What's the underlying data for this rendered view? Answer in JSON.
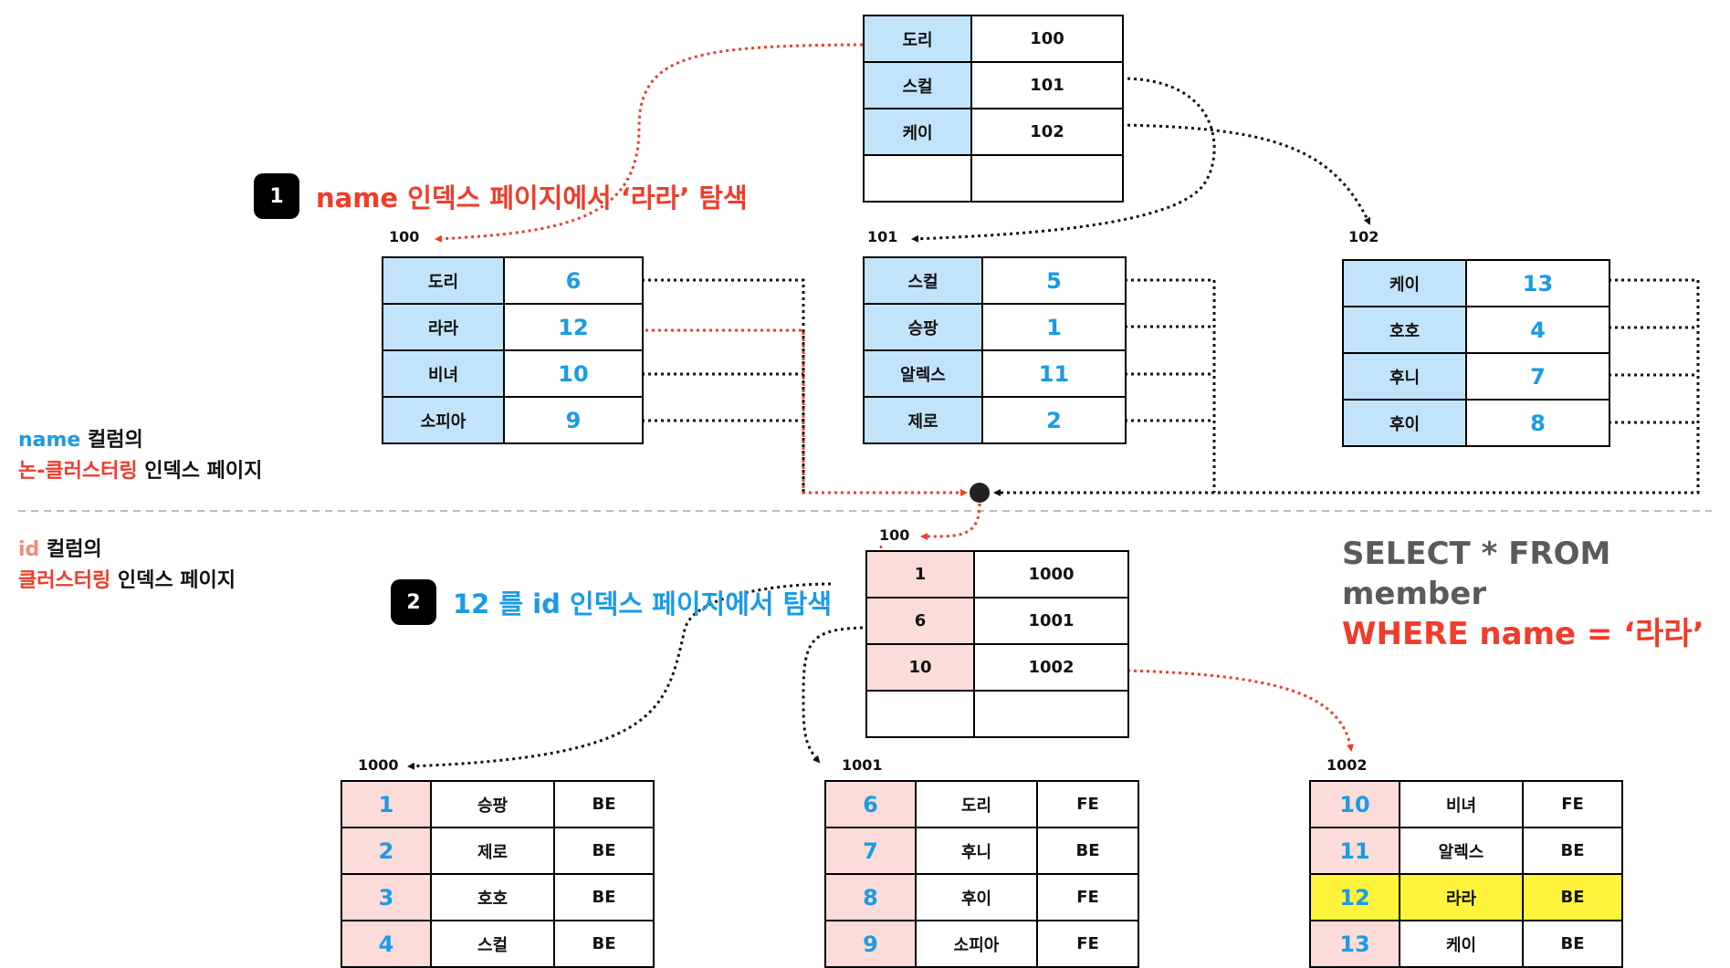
{
  "root_page": {
    "rows": [
      [
        "도리",
        "100"
      ],
      [
        "스컬",
        "101"
      ],
      [
        "케이",
        "102"
      ],
      [
        "",
        ""
      ]
    ]
  },
  "nonclustered": {
    "label_line1_colored": "name",
    "label_line1_rest": " 컬럼의",
    "label_line2_colored": "논-클러스터링",
    "label_line2_rest": " 인덱스 페이지",
    "pages": [
      {
        "id": "100",
        "rows": [
          [
            "도리",
            "6"
          ],
          [
            "라라",
            "12"
          ],
          [
            "비녀",
            "10"
          ],
          [
            "소피아",
            "9"
          ]
        ]
      },
      {
        "id": "101",
        "rows": [
          [
            "스컬",
            "5"
          ],
          [
            "승팡",
            "1"
          ],
          [
            "알렉스",
            "11"
          ],
          [
            "제로",
            "2"
          ]
        ]
      },
      {
        "id": "102",
        "rows": [
          [
            "케이",
            "13"
          ],
          [
            "호호",
            "4"
          ],
          [
            "후니",
            "7"
          ],
          [
            "후이",
            "8"
          ]
        ]
      }
    ]
  },
  "clustered": {
    "label_line1_colored": "id",
    "label_line1_rest": " 컬럼의",
    "label_line2_colored": "클러스터링",
    "label_line2_rest": " 인덱스 페이지",
    "root": {
      "id": "100",
      "rows": [
        [
          "1",
          "1000"
        ],
        [
          "6",
          "1001"
        ],
        [
          "10",
          "1002"
        ],
        [
          "",
          ""
        ]
      ]
    },
    "leaves": [
      {
        "id": "1000",
        "rows": [
          [
            "1",
            "승팡",
            "BE"
          ],
          [
            "2",
            "제로",
            "BE"
          ],
          [
            "3",
            "호호",
            "BE"
          ],
          [
            "4",
            "스컬",
            "BE"
          ]
        ]
      },
      {
        "id": "1001",
        "rows": [
          [
            "6",
            "도리",
            "FE"
          ],
          [
            "7",
            "후니",
            "BE"
          ],
          [
            "8",
            "후이",
            "FE"
          ],
          [
            "9",
            "소피아",
            "FE"
          ]
        ]
      },
      {
        "id": "1002",
        "rows": [
          [
            "10",
            "비녀",
            "FE"
          ],
          [
            "11",
            "알렉스",
            "BE"
          ],
          [
            "12",
            "라라",
            "BE"
          ],
          [
            "13",
            "케이",
            "BE"
          ]
        ]
      }
    ]
  },
  "steps": [
    {
      "number": "1",
      "text": "name 인덱스 페이지에서 ‘라라’ 탐색",
      "color": "#f03c2a"
    },
    {
      "number": "2",
      "text_blue": "12 를 id 인덱스 페이지에서 탐색",
      "color": "#1a9be6"
    }
  ],
  "sql": {
    "line1": "SELECT * FROM member",
    "line2": "WHERE name = ‘라라’"
  },
  "colors": {
    "key_blue": "#c2e4fa",
    "key_pink": "#fbdcd8",
    "highlight": "#fff43b",
    "accent_red": "#f03c2a",
    "accent_blue": "#1a9be6"
  }
}
